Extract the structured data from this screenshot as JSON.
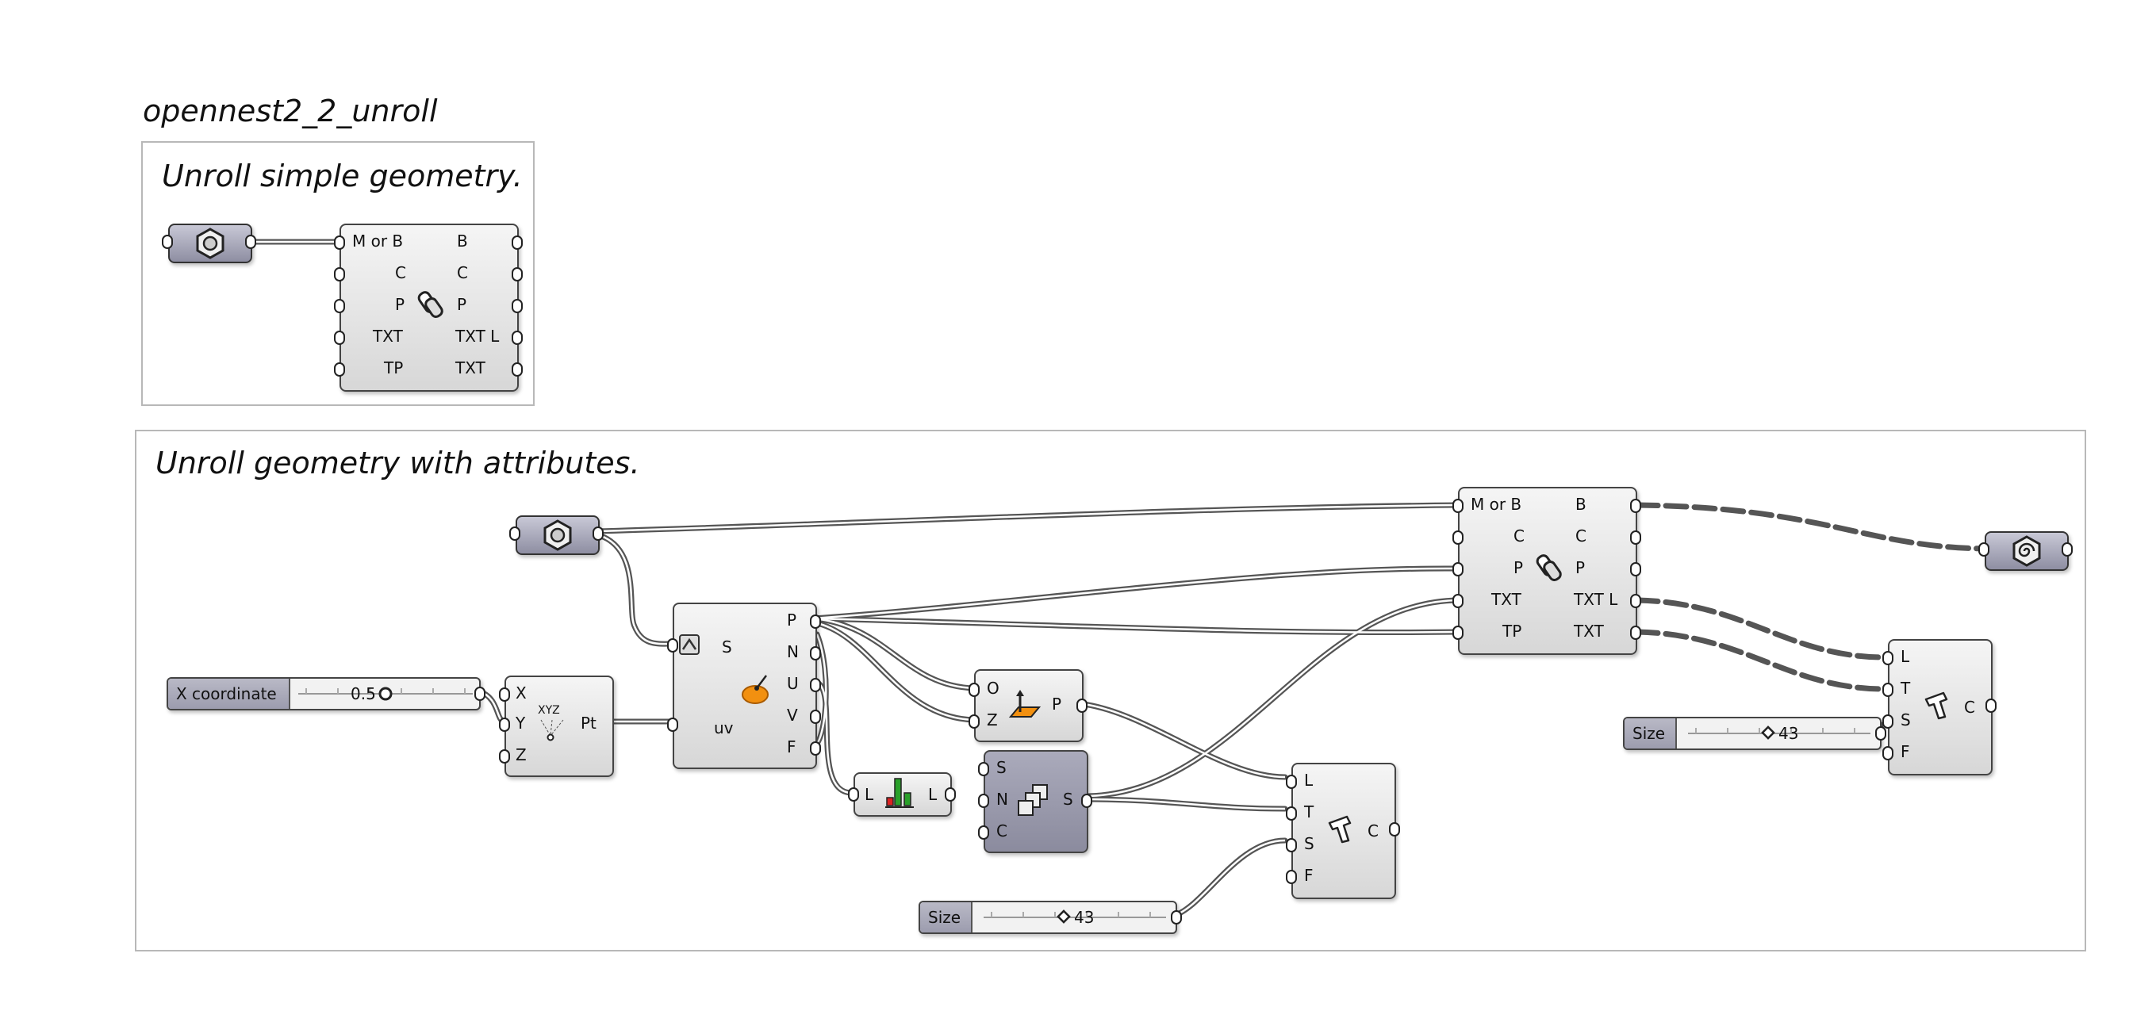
{
  "document": {
    "title": "opennest2_2_unroll"
  },
  "groups": [
    {
      "title": "Unroll simple geometry."
    },
    {
      "title": "Unroll geometry with attributes."
    }
  ],
  "unroll_component": {
    "inputs": [
      "M or B",
      "C",
      "P",
      "TXT",
      "TP"
    ],
    "outputs": [
      "B",
      "C",
      "P",
      "TXT L",
      "TXT"
    ]
  },
  "xyz_component": {
    "inputs": [
      "X",
      "Y",
      "Z"
    ],
    "output": "Pt",
    "icon_text": "XYZ"
  },
  "eval_surface": {
    "inputs": [
      "S",
      "uv"
    ],
    "outputs": [
      "P",
      "N",
      "U",
      "V",
      "F"
    ]
  },
  "plane_component": {
    "inputs": [
      "O",
      "Z"
    ],
    "output": "P"
  },
  "reverse_component": {
    "input": "L",
    "output": "L"
  },
  "text_tag_1": {
    "inputs": [
      "L",
      "T",
      "S",
      "F"
    ],
    "output": "C"
  },
  "text_tag_2": {
    "inputs": [
      "L",
      "T",
      "S",
      "F"
    ],
    "output": "C"
  },
  "concat_component": {
    "inputs": [
      "S",
      "N",
      "C"
    ],
    "output": "S"
  },
  "sliders": {
    "x_coordinate": {
      "name": "X coordinate",
      "value": "0.5",
      "fraction": 0.5
    },
    "size_1": {
      "name": "Size",
      "value": "43",
      "fraction": 0.43
    },
    "size_2": {
      "name": "Size",
      "value": "43",
      "fraction": 0.43
    }
  },
  "colors": {
    "wire": "#555555",
    "group_border": "#b8b8b8",
    "param_fill": "#9a9aae",
    "accent_orange": "#f29010"
  }
}
